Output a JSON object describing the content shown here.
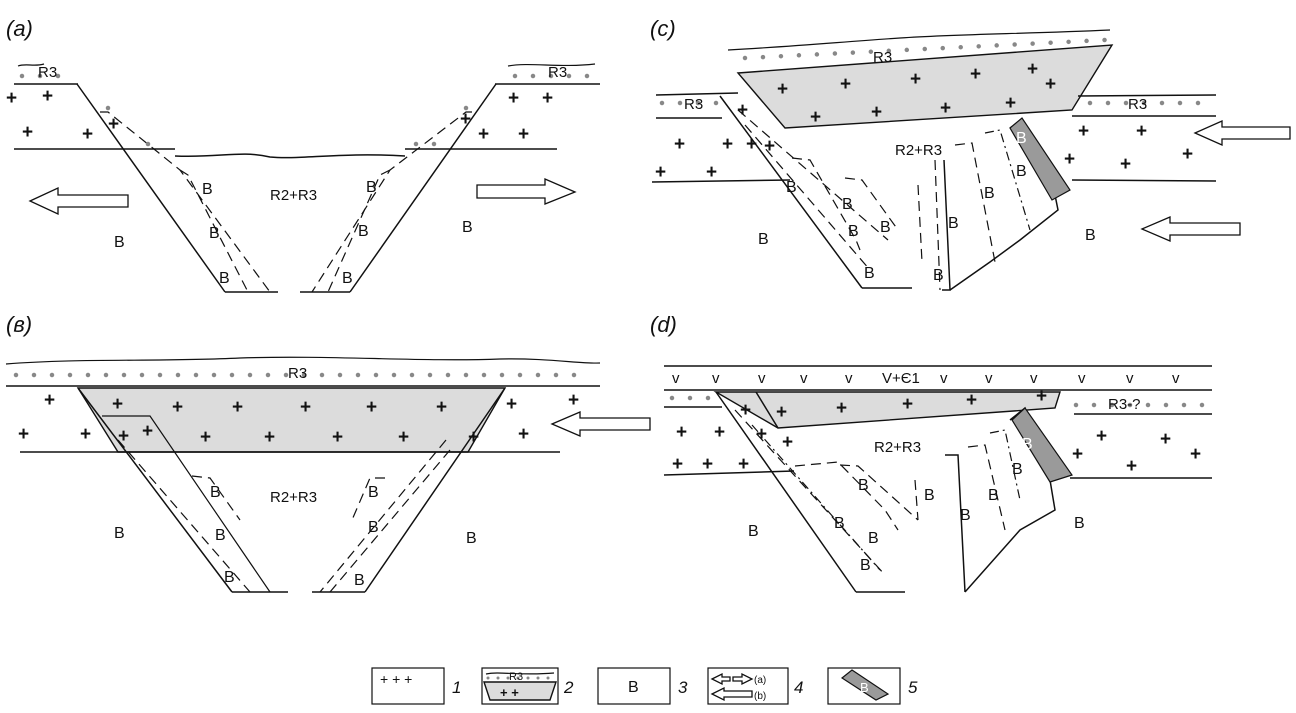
{
  "panels": {
    "a": {
      "title": "(a)",
      "r3": "R3",
      "r2r3": "R2+R3",
      "b": "B",
      "plus": "+"
    },
    "c": {
      "title": "(c)",
      "r3": "R3",
      "r2r3": "R2+R3",
      "b": "B",
      "plus": "+"
    },
    "e": {
      "title": "(в)",
      "r3": "R3",
      "r2r3": "R2+R3",
      "b": "B",
      "plus": "+"
    },
    "d": {
      "title": "(d)",
      "r3": "R3",
      "r3q": "R3-?",
      "r2r3": "R2+R3",
      "b": "B",
      "plus": "+",
      "volc": "V+Є1",
      "v": "v"
    }
  },
  "legend": [
    {
      "number": "1",
      "content": "+ + +"
    },
    {
      "number": "2",
      "content": "R3"
    },
    {
      "number": "3",
      "content": "B"
    },
    {
      "number": "4",
      "label_a": "(a)",
      "label_b": "(b)"
    },
    {
      "number": "5",
      "content": "B"
    }
  ],
  "colors": {
    "cover_fill": "#dcdcdc",
    "block_fill": "#9a9a9a",
    "dots": "#888888",
    "lines": "#111111"
  }
}
